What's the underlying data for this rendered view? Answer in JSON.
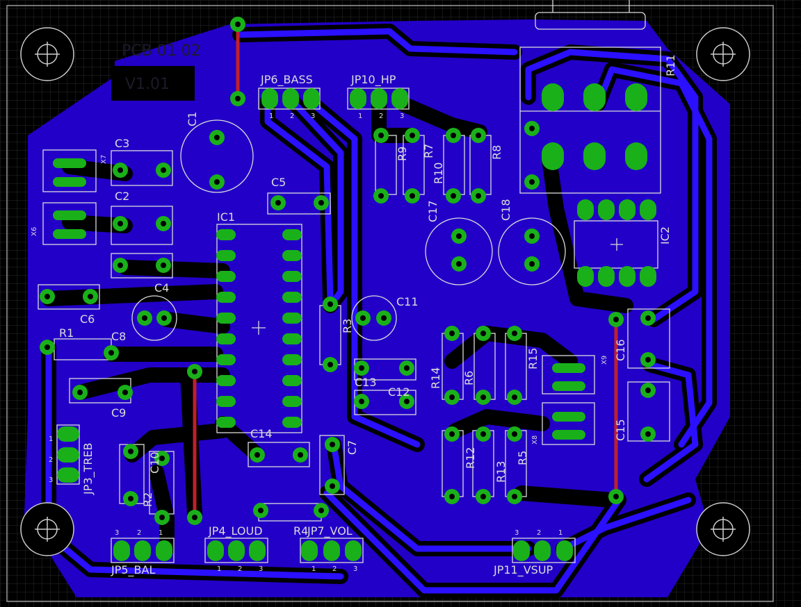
{
  "board": {
    "copper_color": "#2200c8",
    "trace_color": "#2a10ff",
    "pad_color": "#1ab01a",
    "silk_color": "#dcdcdc",
    "wire_color": "#c0202a",
    "grid_color": "#2a2a2a",
    "title_text": "PCB 01 02",
    "version_text": "V1.01"
  },
  "labels": {
    "jp6": "JP6_BASS",
    "jp10": "JP10_HP",
    "jp3": "JP3_TREB",
    "jp5": "JP5_BAL",
    "jp4": "JP4_LOUD",
    "jp7": "JP7_VOL",
    "jp11": "JP11_VSUP",
    "c1": "C1",
    "c2": "C2",
    "c3": "C3",
    "c4": "C4",
    "c5": "C5",
    "c6": "C6",
    "c7": "C7",
    "c8": "C8",
    "c9": "C9",
    "c10": "C10",
    "c11": "C11",
    "c12": "C12",
    "c13": "C13",
    "c14": "C14",
    "c15": "C15",
    "c16": "C16",
    "c17": "C17",
    "c18": "C18",
    "r1": "R1",
    "r2": "R2",
    "r3": "R3",
    "r4": "R4",
    "r5": "R5",
    "r6": "R6",
    "r7": "R7",
    "r8": "R8",
    "r9": "R9",
    "r10": "R10",
    "r11": "R11",
    "r12": "R12",
    "r13": "R13",
    "r14": "R14",
    "r15": "R15",
    "ic1": "IC1",
    "ic2": "IC2",
    "x6": "X6",
    "x7": "X7",
    "x8": "X8",
    "x9": "X9"
  },
  "pins": {
    "p1": "1",
    "p2": "2",
    "p3": "3"
  }
}
